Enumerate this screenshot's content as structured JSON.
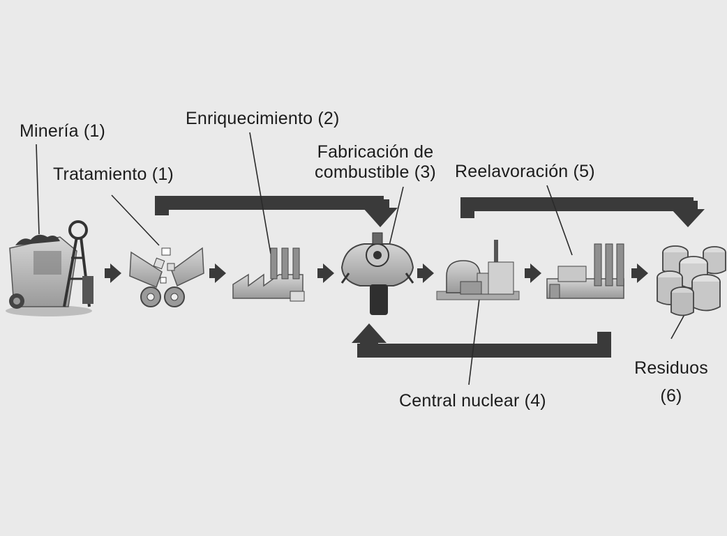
{
  "labels": {
    "mineria": "Minería (1)",
    "tratamiento": "Tratamiento (1)",
    "enriquecimiento": "Enriquecimiento (2)",
    "fabricacion_line1": "Fabricación de",
    "fabricacion_line2": "combustible (3)",
    "reelavoracion": "Reelavoración (5)",
    "central_nuclear": "Central nuclear (4)",
    "residuos_line1": "Residuos",
    "residuos_line2": "(6)"
  },
  "stages": [
    "mining",
    "treatment",
    "enrichment",
    "fuel-fabrication",
    "nuclear-plant",
    "reprocessing",
    "waste"
  ],
  "colors": {
    "background": "#eaeaea",
    "arrow": "#3a3a3a",
    "text": "#1c1c1c",
    "icon_light": "#c8c8c8",
    "icon_mid": "#8f8f8f",
    "icon_dark": "#3c3c3c"
  }
}
